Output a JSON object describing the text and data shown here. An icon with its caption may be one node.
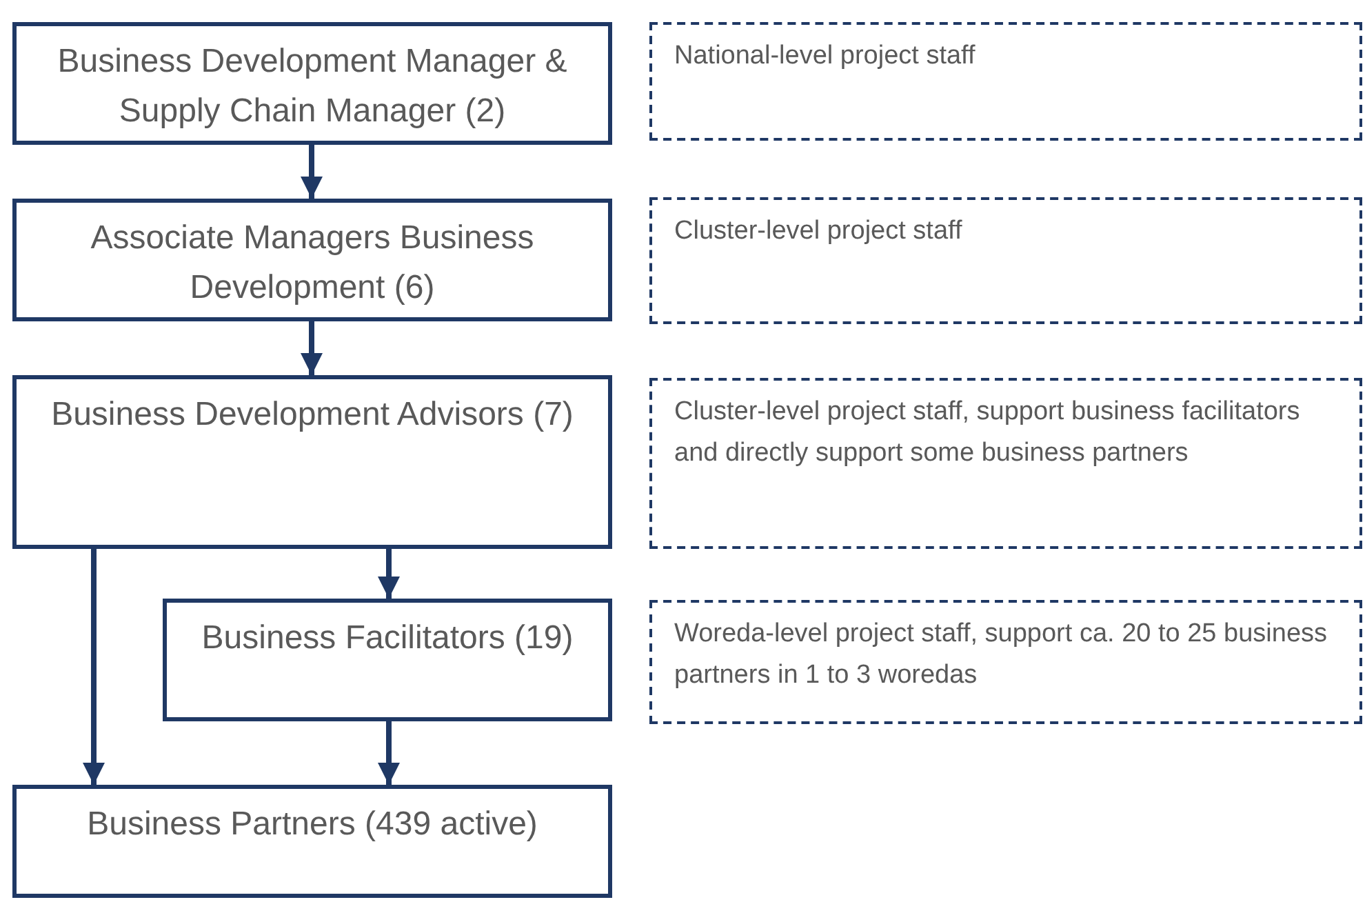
{
  "diagram": {
    "nodes": [
      {
        "text": [
          "Business Development Manager & Supply Chain Manager (2)"
        ]
      },
      {
        "text": [
          "Associate Managers Business Development (6)"
        ]
      },
      {
        "text": [
          "Business Development Advisors (7)"
        ]
      },
      {
        "text": [
          "Business Facilitators (19)"
        ]
      },
      {
        "text": [
          "Business Partners (439 active)"
        ]
      },
      {
        "text": [
          "National-level project staff"
        ]
      },
      {
        "text": [
          "Cluster-level project staff"
        ]
      },
      {
        "text": [
          "Cluster-level project staff, support business facilitators and directly support some business partners"
        ]
      },
      {
        "text": [
          "Woreda-level project staff, support ca. 20 to 25 business partners in 1 to 3 woredas"
        ]
      }
    ],
    "edges": [
      {
        "from": 0,
        "to": 1,
        "arrow": "to"
      },
      {
        "from": 1,
        "to": 2,
        "arrow": "to"
      },
      {
        "from": 2,
        "to": 3,
        "arrow": "to"
      },
      {
        "from": 2,
        "to": 4,
        "arrow": "to"
      },
      {
        "from": 3,
        "to": 4,
        "arrow": "to"
      }
    ]
  }
}
